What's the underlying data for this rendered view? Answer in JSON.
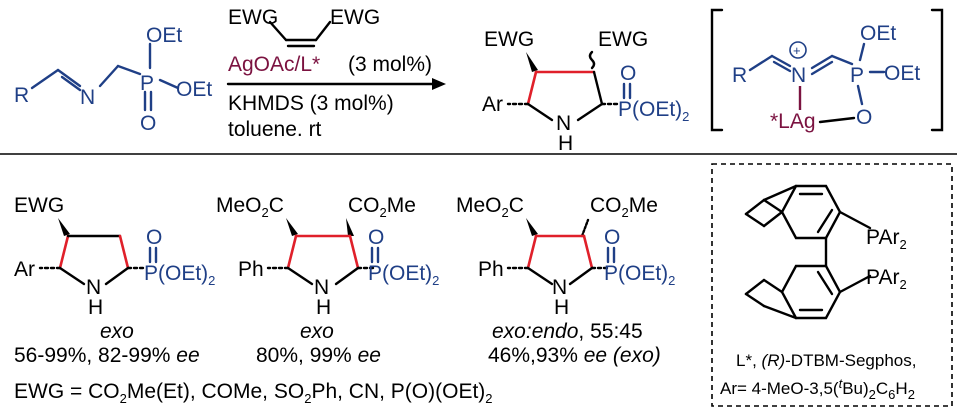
{
  "colors": {
    "ink": "#000000",
    "phosphonate_blue": "#1f3f86",
    "catalyst_maroon": "#7b1240",
    "new_bond_red": "#e0202a"
  },
  "reaction": {
    "reagent_top": "EWG",
    "reagent_top2": "EWG",
    "catalyst": "AgOAc/L*",
    "catalyst_loading": "(3 mol%)",
    "base": "KHMDS (3 mol%)",
    "solvent": "toluene. rt",
    "sm": {
      "r": "R",
      "n": "N",
      "p": "P",
      "o": "O",
      "oet1": "OEt",
      "oet2": "OEt"
    },
    "product": {
      "ewg1": "EWG",
      "ewg2": "EWG",
      "ar": "Ar",
      "nh_n": "N",
      "nh_h": "H",
      "o": "O",
      "p": "P(OEt)",
      "sub2": "2"
    },
    "intermediate": {
      "r": "R",
      "plus": "+",
      "n": "N",
      "p": "P",
      "oet1": "OEt",
      "oet2": "OEt",
      "lag": "*LAg",
      "o": "O"
    }
  },
  "examples": [
    {
      "top_left": "EWG",
      "ar": "Ar",
      "n": "N",
      "h": "H",
      "o": "O",
      "p": "P(OEt)",
      "sub": "2",
      "label": "exo",
      "yield": "56-99%, 82-99% ",
      "ee": "ee"
    },
    {
      "top_left": "MeO",
      "top_left_sub": "2",
      "top_left_tail": "C",
      "top_right": "CO",
      "top_right_sub": "2",
      "top_right_tail": "Me",
      "ar": "Ph",
      "n": "N",
      "h": "H",
      "o": "O",
      "p": "P(OEt)",
      "sub": "2",
      "label": "exo",
      "yield": "80%, 99% ",
      "ee": "ee"
    },
    {
      "top_left": "MeO",
      "top_left_sub": "2",
      "top_left_tail": "C",
      "top_right": "CO",
      "top_right_sub": "2",
      "top_right_tail": "Me",
      "ar": "Ph",
      "n": "N",
      "h": "H",
      "o": "O",
      "p": "P(OEt)",
      "sub": "2",
      "label": "exo:endo",
      "label_tail": ", 55:45",
      "yield": "46%,93% ",
      "ee": "ee (exo)"
    }
  ],
  "ewg_definition": {
    "a": "EWG = CO",
    "a_sub": "2",
    "b": "Me(Et), COMe, SO",
    "b_sub": "2",
    "c": "Ph, CN, P(O)(OEt)",
    "c_sub": "2"
  },
  "ligand": {
    "par1": "PAr",
    "par1_sub": "2",
    "par2": "PAr",
    "par2_sub": "2",
    "caption_l1a": "L*, ",
    "caption_l1b": "(R)",
    "caption_l1c": "-DTBM-Segphos,",
    "caption_l2a": "Ar= 4-MeO-3,5(",
    "caption_l2b": "t",
    "caption_l2c": "Bu)",
    "caption_l2d": "2",
    "caption_l2e": "C",
    "caption_l2f": "6",
    "caption_l2g": "H",
    "caption_l2h": "2"
  }
}
